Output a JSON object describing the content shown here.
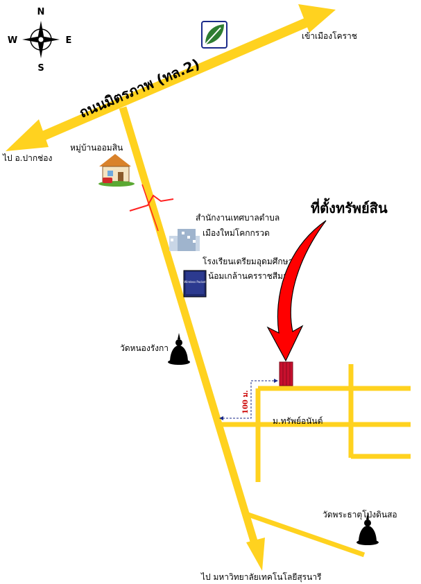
{
  "compass": {
    "n": "N",
    "s": "S",
    "e": "E",
    "w": "W"
  },
  "main_road": {
    "name": "ถนนมิตรภาพ (ทล.2)",
    "to_east": "เข้าเมืองโคราช",
    "to_west": "ไป อ.ปากช่อง"
  },
  "side_road": {
    "to_south": "ไป มหาวิทยาลัยเทคโนโลยีสุรนารี"
  },
  "landmarks": {
    "village": "หมู่บ้านออมสิน",
    "office_line1": "สำนักงานเทศบาลตำบล",
    "office_line2": "เมืองใหม่โคกกรวด",
    "school_line1": "โรงเรียนเตรียมอุดมศึกษา",
    "school_line2": "น้อมเกล้านครราชสีมา",
    "temple1": "วัดหนองรังกา",
    "temple2": "วัดพระธาตุโป่งดินสอ",
    "subdivision": "ม.ทรัพย์อนันต์",
    "book_text": "Wireless Pocket"
  },
  "property": {
    "label": "ที่ตั้งทรัพย์สิน",
    "distance": "100 ม."
  },
  "colors": {
    "road": "#FFD21F",
    "arrow": "#FF0000",
    "property": "#C8102E",
    "dim_line": "#1a2a8a"
  }
}
